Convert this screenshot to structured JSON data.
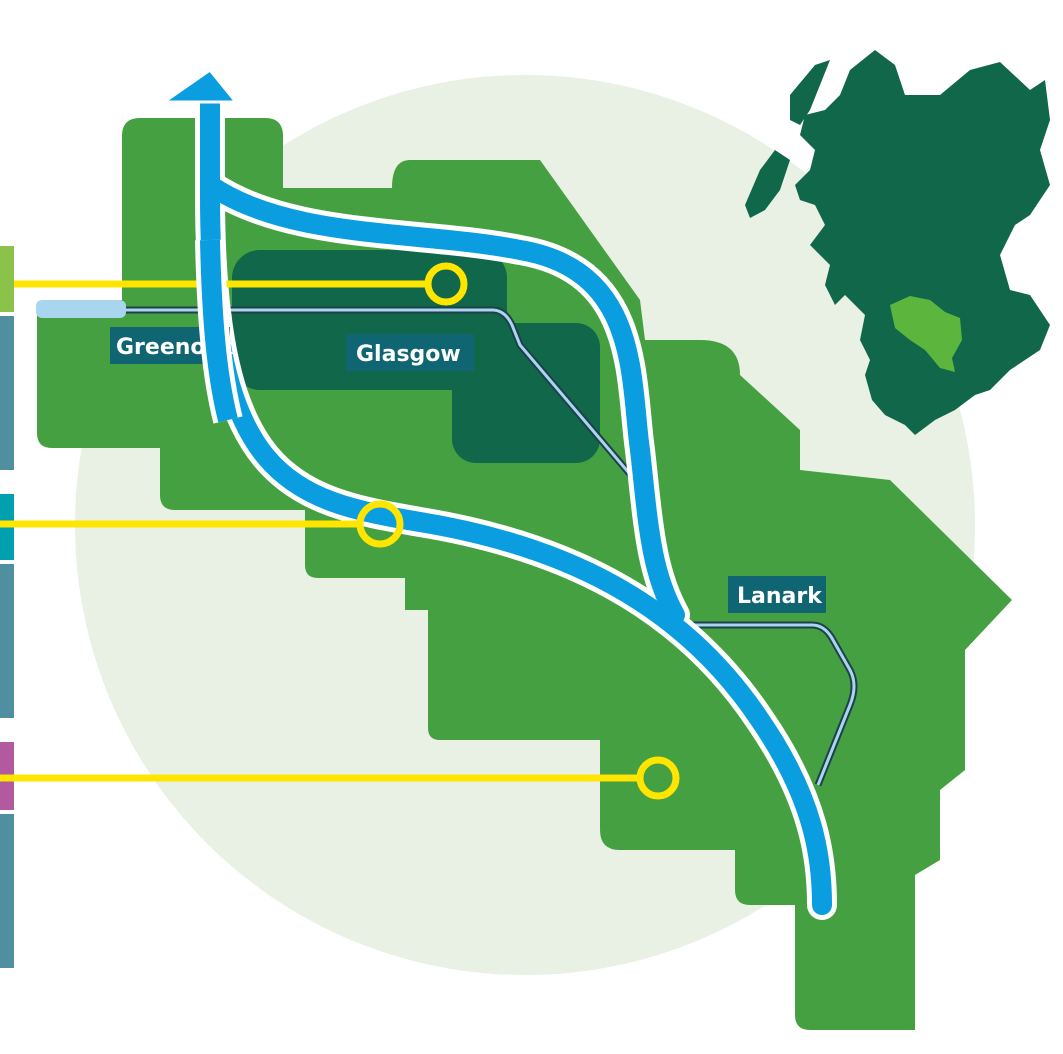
{
  "map": {
    "labels": {
      "greenock": "Greenock",
      "glasgow": "Glasgow",
      "lanark": "Lanark"
    },
    "colors": {
      "background_circle": "#e8f1e3",
      "region_green": "#45a041",
      "urban_dark_green": "#11674a",
      "scotland_dark_green": "#11674a",
      "highlight_light_green": "#5cb63e",
      "river_blue": "#0a9de0",
      "river_outline": "#ffffff",
      "rail_light_blue": "#a9d6ef",
      "rail_dark": "#1f3f4a",
      "marker_yellow": "#ffe500",
      "label_bg": "#0f6672",
      "side_bar_lime": "#8bc34a",
      "side_bar_teal": "#00a0b0",
      "side_bar_magenta": "#b2599f",
      "side_bar_steel": "#4f8fa0"
    },
    "icons": [
      "north-arrow-icon",
      "location-marker-icon"
    ]
  }
}
